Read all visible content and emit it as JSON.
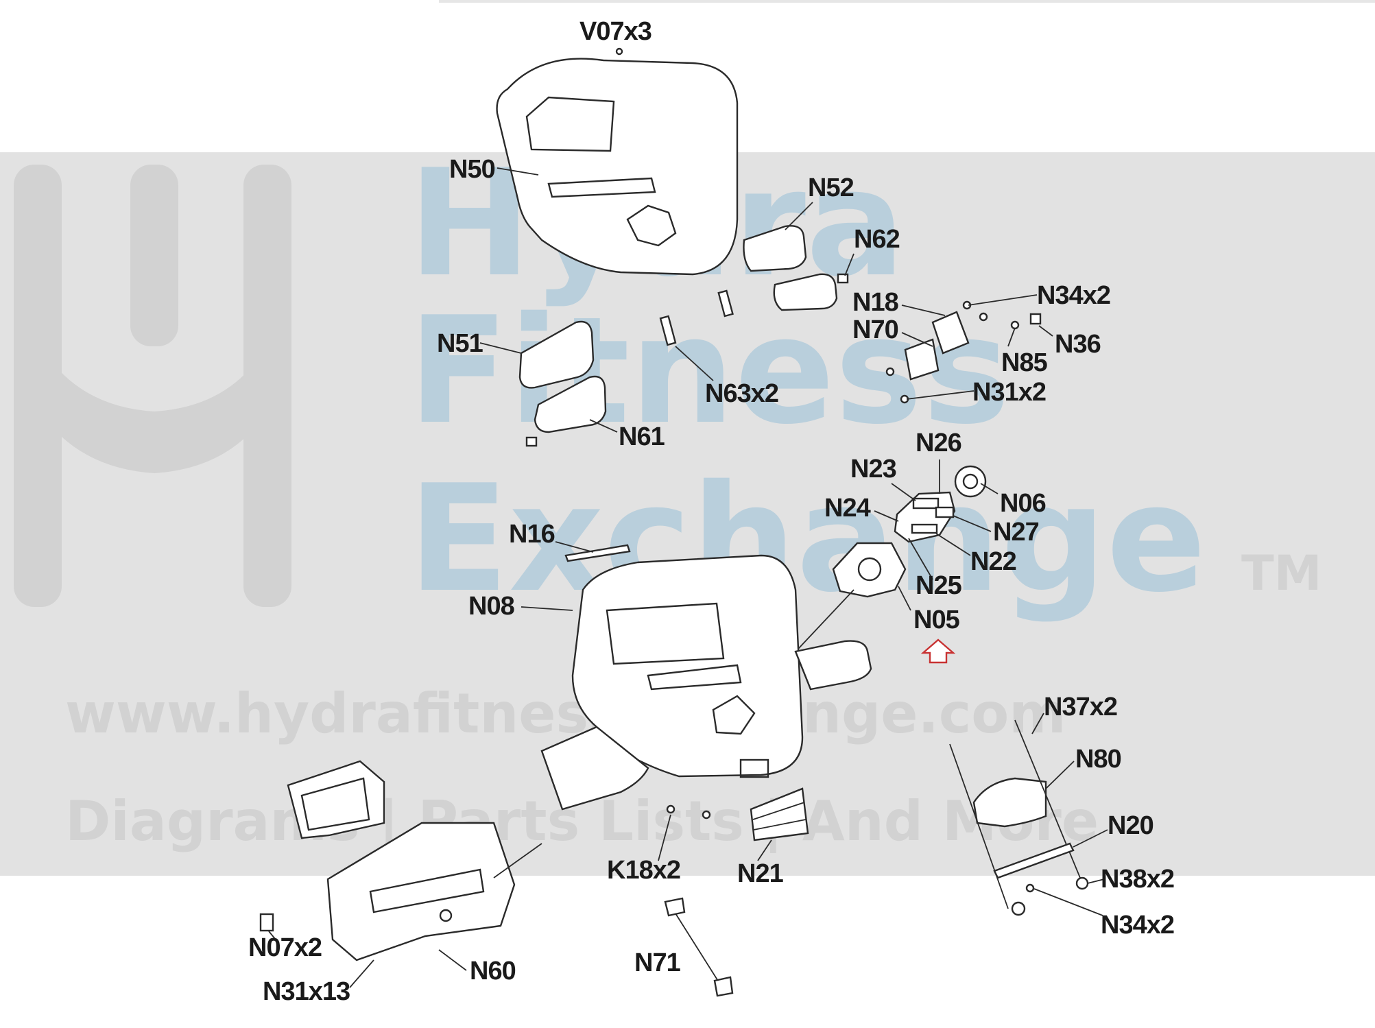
{
  "colors": {
    "band": "#e2e2e2",
    "watermark_blue": "#b9cfdc",
    "watermark_gray": "#d2d2d2",
    "line": "#2a2a2a",
    "marker_red": "#c83232"
  },
  "watermark": {
    "line1": "Hydra",
    "line2": "Fitness",
    "line3": "Exchange",
    "tm": "TM",
    "url": "www.hydrafitnessexchange.com",
    "tagline": "Diagrams | Parts Lists | And More"
  },
  "labels": {
    "V07x3": "V07x3",
    "N50": "N50",
    "N52": "N52",
    "N62": "N62",
    "N34x2_top": "N34x2",
    "N18": "N18",
    "N36": "N36",
    "N70": "N70",
    "N85": "N85",
    "N51": "N51",
    "N63x2": "N63x2",
    "N31x2": "N31x2",
    "N61": "N61",
    "N26": "N26",
    "N23": "N23",
    "N06": "N06",
    "N24": "N24",
    "N27": "N27",
    "N16": "N16",
    "N22": "N22",
    "N25": "N25",
    "N08": "N08",
    "N05": "N05",
    "N37x2": "N37x2",
    "N80": "N80",
    "N20": "N20",
    "K18x2": "K18x2",
    "N21": "N21",
    "N38x2": "N38x2",
    "N34x2_bottom": "N34x2",
    "N07x2": "N07x2",
    "N60": "N60",
    "N71": "N71",
    "N31x13": "N31x13"
  },
  "icons": {
    "marker": "up-arrow-outline-icon"
  }
}
